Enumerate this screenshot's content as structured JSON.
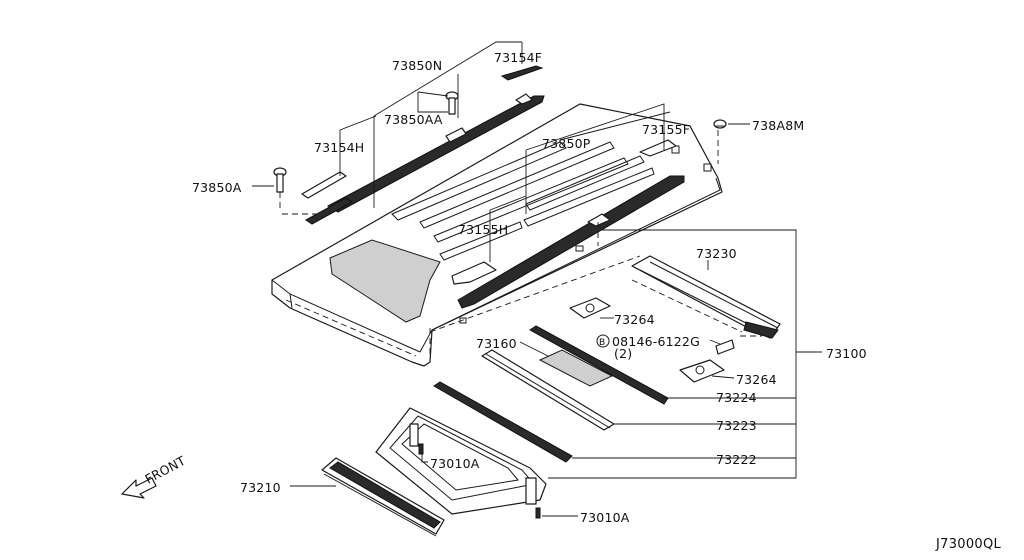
{
  "diagram_code": "J73000QL",
  "front_label": "FRONT",
  "labels": [
    {
      "id": "73850N",
      "text": "73850N"
    },
    {
      "id": "73154F",
      "text": "73154F"
    },
    {
      "id": "73850AA",
      "text": "73850AA"
    },
    {
      "id": "73154H",
      "text": "73154H"
    },
    {
      "id": "73850A",
      "text": "73850A"
    },
    {
      "id": "73850P",
      "text": "73850P"
    },
    {
      "id": "73155F",
      "text": "73155F"
    },
    {
      "id": "738A8M",
      "text": "738A8M"
    },
    {
      "id": "73155H",
      "text": "73155H"
    },
    {
      "id": "73230",
      "text": "73230"
    },
    {
      "id": "73264a",
      "text": "73264"
    },
    {
      "id": "bolt",
      "text": "08146-6122G"
    },
    {
      "id": "bolt-qty",
      "text": "(2)"
    },
    {
      "id": "73264b",
      "text": "73264"
    },
    {
      "id": "73100",
      "text": "73100"
    },
    {
      "id": "73160",
      "text": "73160"
    },
    {
      "id": "73224",
      "text": "73224"
    },
    {
      "id": "73223",
      "text": "73223"
    },
    {
      "id": "73222",
      "text": "73222"
    },
    {
      "id": "73010Aa",
      "text": "73010A"
    },
    {
      "id": "73210",
      "text": "73210"
    },
    {
      "id": "73010Ab",
      "text": "73010A"
    }
  ],
  "bolt_symbol": "B"
}
